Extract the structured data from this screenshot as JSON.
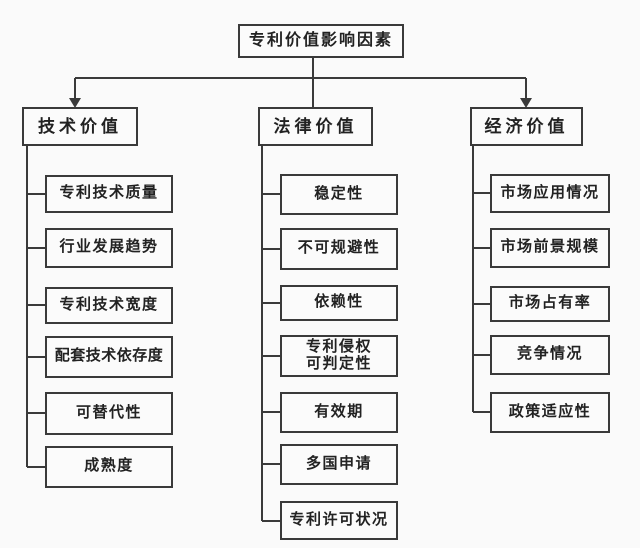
{
  "diagram": {
    "root_label": "专利价值影响因素",
    "branches": [
      {
        "label": "技术价值",
        "children": [
          "专利技术质量",
          "行业发展趋势",
          "专利技术宽度",
          "配套技术依存度",
          "可替代性",
          "成熟度"
        ]
      },
      {
        "label": "法律价值",
        "children": [
          "稳定性",
          "不可规避性",
          "依赖性",
          "专利侵权\n可判定性",
          "有效期",
          "多国申请",
          "专利许可状况"
        ]
      },
      {
        "label": "经济价值",
        "children": [
          "市场应用情况",
          "市场前景规模",
          "市场占有率",
          "竞争情况",
          "政策适应性"
        ]
      }
    ],
    "colors": {
      "line": "#3a3a3a",
      "box_border": "#3a3a3a",
      "box_fill": "#fbfbfb",
      "text": "#222222",
      "background": "#fafafa"
    }
  }
}
